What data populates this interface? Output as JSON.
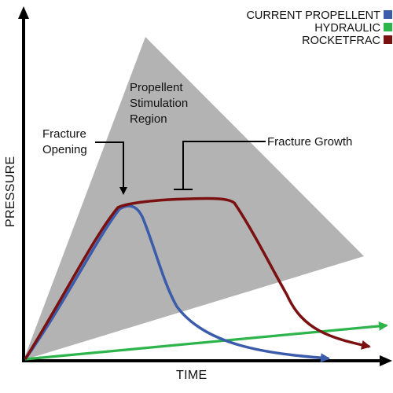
{
  "axes": {
    "x_label": "TIME",
    "y_label": "PRESSURE"
  },
  "legend": [
    {
      "label": "CURRENT PROPELLENT",
      "color": "#3b5bab"
    },
    {
      "label": "HYDRAULIC",
      "color": "#2db44a"
    },
    {
      "label": "ROCKETFRAC",
      "color": "#7a1010"
    }
  ],
  "region": {
    "label_lines": [
      "Propellent",
      "Stimulation",
      "Region"
    ],
    "color": "#b3b3b3"
  },
  "annotations": {
    "fracture_opening": [
      "Fracture",
      "Opening"
    ],
    "fracture_growth": "Fracture Growth"
  },
  "colors": {
    "axis": "#000000",
    "background": "#ffffff"
  }
}
